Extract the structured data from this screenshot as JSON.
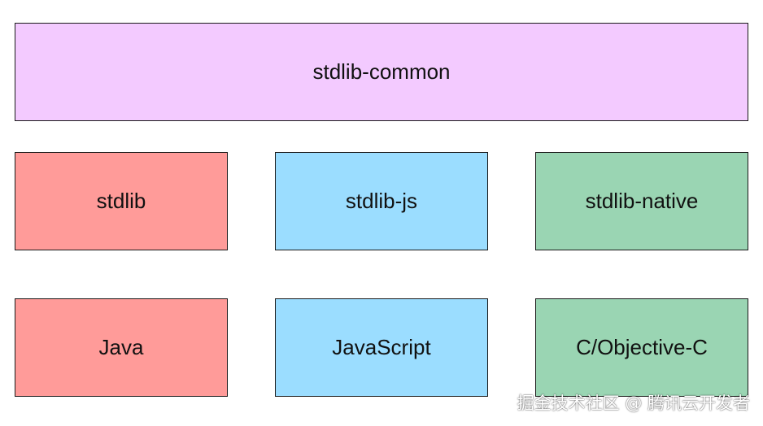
{
  "colors": {
    "common": "#f3caff",
    "jvm": "#ff9b99",
    "js": "#9bddff",
    "native": "#9ad5b3",
    "border": "#1a1a1a"
  },
  "common": {
    "label": "stdlib-common"
  },
  "libraries": [
    {
      "label": "stdlib"
    },
    {
      "label": "stdlib-js"
    },
    {
      "label": "stdlib-native"
    }
  ],
  "platforms": [
    {
      "label": "Java"
    },
    {
      "label": "JavaScript"
    },
    {
      "label": "C/Objective-C"
    }
  ],
  "watermark": {
    "text": "掘金技术社区 @ 腾讯云开发者"
  }
}
